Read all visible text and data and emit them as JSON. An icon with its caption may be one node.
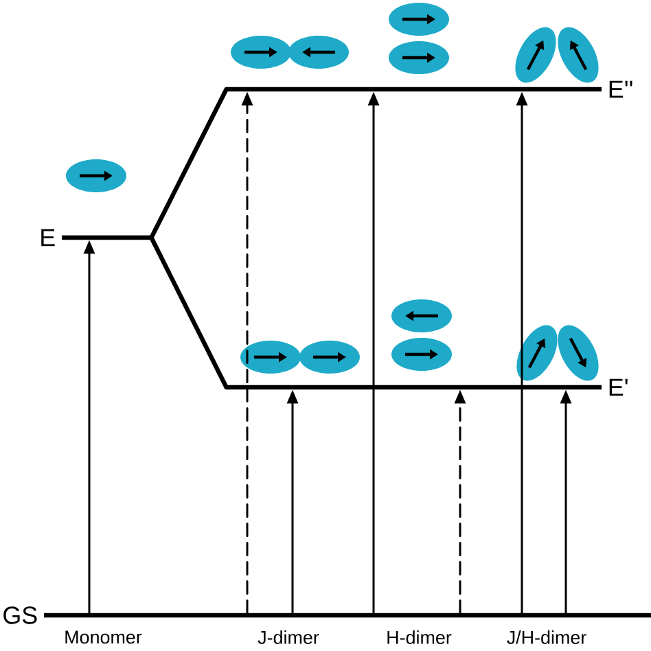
{
  "diagram": {
    "nodes": [
      {
        "text": [
          "E''"
        ]
      },
      {
        "text": [
          "E"
        ]
      },
      {
        "text": [
          "E'"
        ]
      },
      {
        "text": [
          "GS"
        ]
      }
    ],
    "edges": [
      {
        "from": 1,
        "to": 0,
        "arrow": "none",
        "style": "thick"
      },
      {
        "from": 1,
        "to": 2,
        "arrow": "none",
        "style": "thick"
      },
      {
        "from": 3,
        "to": 1,
        "arrow": "to"
      },
      {
        "from": 3,
        "to": 0,
        "arrow": "to",
        "style": "dashed"
      },
      {
        "from": 3,
        "to": 2,
        "arrow": "to"
      },
      {
        "from": 3,
        "to": 0,
        "arrow": "to"
      },
      {
        "from": 3,
        "to": 2,
        "arrow": "to",
        "style": "dashed"
      },
      {
        "from": 3,
        "to": 0,
        "arrow": "to"
      },
      {
        "from": 3,
        "to": 2,
        "arrow": "to"
      }
    ],
    "labels": [
      "Monomer",
      "J-dimer",
      "H-dimer",
      "J/H-dimer"
    ]
  }
}
